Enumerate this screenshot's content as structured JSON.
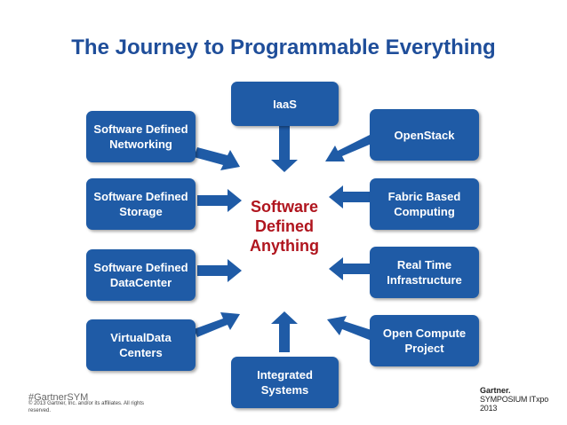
{
  "title": "The Journey to Programmable Everything",
  "center_label": "Software\nDefined\nAnything",
  "left_boxes": [
    "Software Defined\nNetworking",
    "Software Defined\nStorage",
    "Software Defined\nDataCenter",
    "VirtualData\nCenters"
  ],
  "top_box": "IaaS",
  "bottom_box": "Integrated\nSystems",
  "right_boxes": [
    "OpenStack",
    "Fabric Based\nComputing",
    "Real Time\nInfrastructure",
    "Open Compute\nProject"
  ],
  "colors": {
    "title": "#1f4e9a",
    "box": "#1f5ba6",
    "center_text": "#b0151e"
  },
  "footer": {
    "hashtag": "#GartnerSYM",
    "copyright": "© 2013 Gartner, Inc. and/or its affiliates. All rights reserved."
  },
  "logo": {
    "gartner": "Gartner.",
    "symposium": "SYMPOSIUM ITxpo 2013"
  }
}
